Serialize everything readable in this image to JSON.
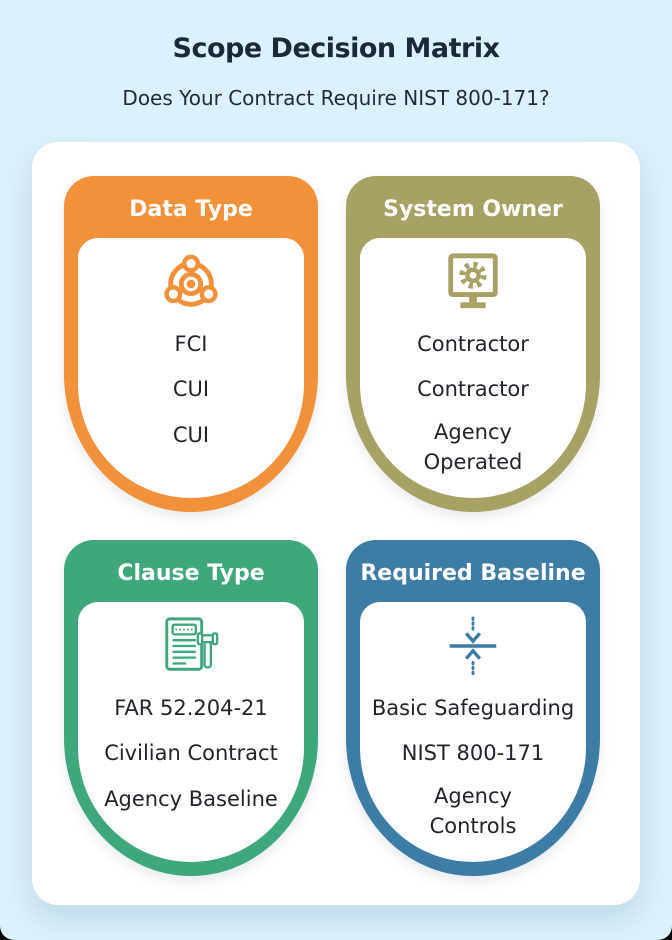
{
  "header": {
    "title": "Scope Decision Matrix",
    "subtitle": "Does Your Contract Require NIST 800-171?"
  },
  "cards": [
    {
      "title": "Data Type",
      "icon": "network-nodes-icon",
      "color": "#F1923B",
      "items": [
        "FCI",
        "CUI",
        "CUI"
      ]
    },
    {
      "title": "System Owner",
      "icon": "monitor-gear-icon",
      "color": "#A8A164",
      "items": [
        "Contractor",
        "Contractor",
        "Agency Operated"
      ]
    },
    {
      "title": "Clause Type",
      "icon": "document-gavel-icon",
      "color": "#3EA87C",
      "items": [
        "FAR 52.204-21",
        "Civilian Contract",
        "Agency Baseline"
      ]
    },
    {
      "title": "Required Baseline",
      "icon": "converging-arrows-icon",
      "color": "#3D7CA4",
      "items": [
        "Basic Safeguarding",
        "NIST 800-171",
        "Agency Controls"
      ]
    }
  ],
  "colors": {
    "page_background": "#DCF1FB",
    "panel_background": "#FFFFFF",
    "heading_text": "#18293A",
    "item_text": "#20242B",
    "card_header_text": "#FFFFFF"
  }
}
